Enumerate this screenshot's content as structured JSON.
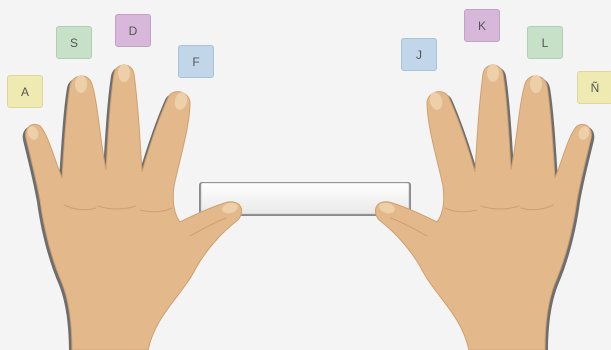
{
  "keys": [
    {
      "id": "a",
      "label": "A",
      "color": "#eeeab1",
      "border": "#dcd89a"
    },
    {
      "id": "s",
      "label": "S",
      "color": "#c6e1c8",
      "border": "#afcfb2"
    },
    {
      "id": "d",
      "label": "D",
      "color": "#d8b8da",
      "border": "#c3a0c6"
    },
    {
      "id": "f",
      "label": "F",
      "color": "#c1d6e8",
      "border": "#a8c2d8"
    },
    {
      "id": "j",
      "label": "J",
      "color": "#c1d6e8",
      "border": "#a8c2d8"
    },
    {
      "id": "k",
      "label": "K",
      "color": "#d8b8da",
      "border": "#c3a0c6"
    },
    {
      "id": "l",
      "label": "L",
      "color": "#c6e1c8",
      "border": "#afcfb2"
    },
    {
      "id": "n",
      "label": "Ñ",
      "color": "#eeeab1",
      "border": "#dcd89a"
    }
  ],
  "colors": {
    "background": "#f4f4f4",
    "skin": "#e3b98b",
    "skin_shadow": "#cfa070",
    "nail": "#edcfaa",
    "outline": "#6e6e6e",
    "spacebar": "#fdfdfd"
  },
  "icons": [
    "left-hand-icon",
    "right-hand-icon",
    "spacebar-icon"
  ]
}
